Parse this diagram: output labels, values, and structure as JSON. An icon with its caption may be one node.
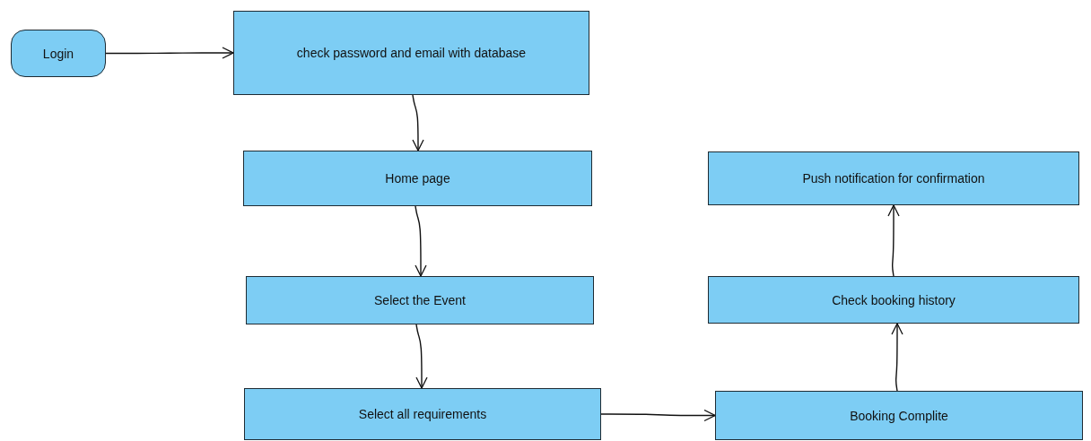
{
  "diagram": {
    "nodes": [
      {
        "text": [
          "Login"
        ]
      },
      {
        "text": [
          "check password and email with database"
        ]
      },
      {
        "text": [
          "Home page"
        ]
      },
      {
        "text": [
          "Select the Event"
        ]
      },
      {
        "text": [
          "Select all requirements"
        ]
      },
      {
        "text": [
          "Booking Complite"
        ]
      },
      {
        "text": [
          "Check booking history"
        ]
      },
      {
        "text": [
          "Push notification for confirmation"
        ]
      }
    ],
    "edges": [
      {
        "from": 0,
        "to": 1,
        "arrow": "to"
      },
      {
        "from": 1,
        "to": 2,
        "arrow": "to"
      },
      {
        "from": 2,
        "to": 3,
        "arrow": "to"
      },
      {
        "from": 3,
        "to": 4,
        "arrow": "to"
      },
      {
        "from": 4,
        "to": 5,
        "arrow": "to"
      },
      {
        "from": 5,
        "to": 6,
        "arrow": "to"
      },
      {
        "from": 6,
        "to": 7,
        "arrow": "to"
      }
    ]
  }
}
